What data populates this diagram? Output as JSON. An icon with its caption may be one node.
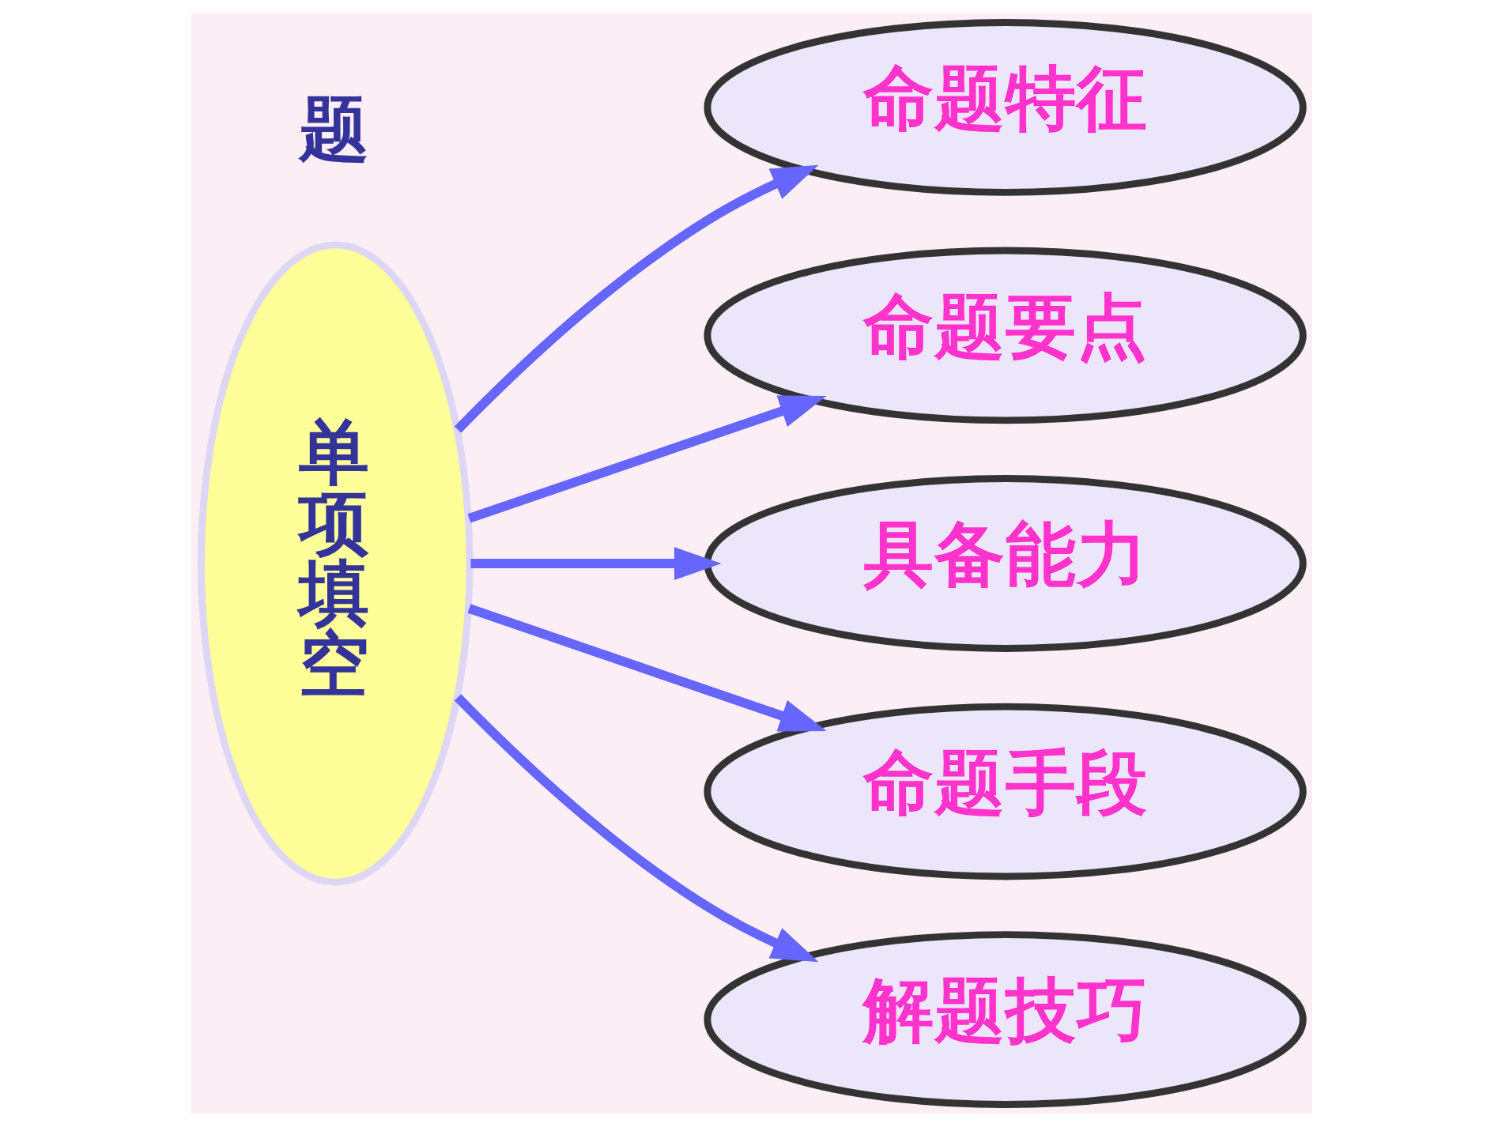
{
  "diagram": {
    "nodes": [
      {
        "text": [
          "单项填空"
        ],
        "beside": [
          "题"
        ]
      },
      {
        "text": [
          "命题特征"
        ]
      },
      {
        "text": [
          "命题要点"
        ]
      },
      {
        "text": [
          "具备能力"
        ]
      },
      {
        "text": [
          "命题手段"
        ]
      },
      {
        "text": [
          "解题技巧"
        ]
      }
    ],
    "edges": [
      {
        "from": 0,
        "to": 1,
        "arrow": "to"
      },
      {
        "from": 0,
        "to": 2,
        "arrow": "to"
      },
      {
        "from": 0,
        "to": 3,
        "arrow": "to"
      },
      {
        "from": 0,
        "to": 4,
        "arrow": "to"
      },
      {
        "from": 0,
        "to": 5,
        "arrow": "to"
      }
    ]
  }
}
